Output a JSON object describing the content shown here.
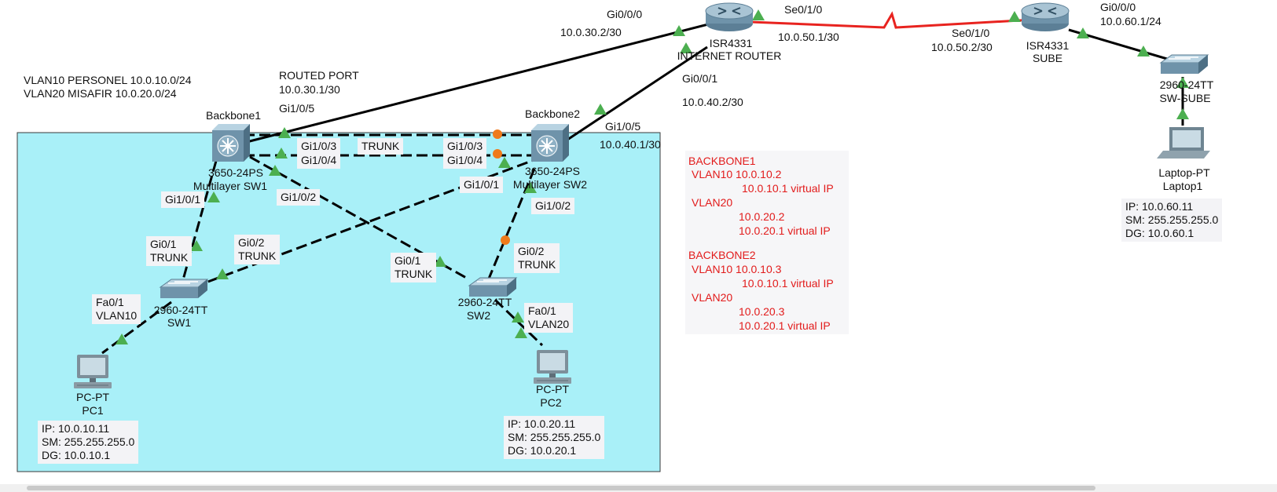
{
  "legend": {
    "vlan10": "VLAN10  PERSONEL 10.0.10.0/24",
    "vlan20": "VLAN20  MISAFIR  10.0.20.0/24"
  },
  "routed_port": {
    "title": "ROUTED PORT",
    "ip": "10.0.30.1/30",
    "port": "Gi1/0/5"
  },
  "devices": {
    "inet_router": {
      "model": "ISR4331",
      "name": "INTERNET ROUTER"
    },
    "sube_router": {
      "model": "ISR4331",
      "name": "SUBE"
    },
    "backbone1": {
      "title": "Backbone1",
      "model": "3650-24PS",
      "name": "Multilayer SW1"
    },
    "backbone2": {
      "title": "Backbone2",
      "model": "3650-24PS",
      "name": "Multilayer SW2"
    },
    "sw1": {
      "model": "2960-24TT",
      "name": "SW1"
    },
    "sw2": {
      "model": "2960-24TT",
      "name": "SW2"
    },
    "sw_sube": {
      "model": "2960-24TT",
      "name": "SW-SUBE"
    },
    "pc1": {
      "model": "PC-PT",
      "name": "PC1"
    },
    "pc2": {
      "model": "PC-PT",
      "name": "PC2"
    },
    "laptop1": {
      "model": "Laptop-PT",
      "name": "Laptop1"
    }
  },
  "ports": {
    "inet_gi000": "Gi0/0/0",
    "inet_gi000_ip": "10.0.30.2/30",
    "inet_se010": "Se0/1/0",
    "inet_se010_ip": "10.0.50.1/30",
    "inet_gi001": "Gi0/0/1",
    "inet_gi001_ip": "10.0.40.2/30",
    "sube_se010": "Se0/1/0",
    "sube_se010_ip": "10.0.50.2/30",
    "sube_gi000": "Gi0/0/0",
    "sube_gi000_ip": "10.0.60.1/24",
    "bb1_gi103": "Gi1/0/3",
    "bb1_gi104": "Gi1/0/4",
    "trunk": "TRUNK",
    "bb2_gi103": "Gi1/0/3",
    "bb2_gi104": "Gi1/0/4",
    "bb2_gi105": "Gi1/0/5",
    "bb2_gi105_ip": "10.0.40.1/30",
    "bb1_gi101": "Gi1/0/1",
    "bb1_gi102": "Gi1/0/2",
    "bb2_gi101": "Gi1/0/1",
    "bb2_gi102": "Gi1/0/2",
    "sw1_gi01": "Gi0/1",
    "sw1_gi01_mode": "TRUNK",
    "sw1_gi02": "Gi0/2",
    "sw1_gi02_mode": "TRUNK",
    "sw2_gi01": "Gi0/1",
    "sw2_gi01_mode": "TRUNK",
    "sw2_gi02": "Gi0/2",
    "sw2_gi02_mode": "TRUNK",
    "sw1_fa01": "Fa0/1",
    "sw1_fa01_vlan": "VLAN10",
    "sw2_fa01": "Fa0/1",
    "sw2_fa01_vlan": "VLAN20"
  },
  "pc1_info": {
    "ip": "IP: 10.0.10.11",
    "sm": "SM: 255.255.255.0",
    "dg": "DG: 10.0.10.1"
  },
  "pc2_info": {
    "ip": "IP: 10.0.20.11",
    "sm": "SM: 255.255.255.0",
    "dg": "DG: 10.0.20.1"
  },
  "laptop_info": {
    "ip": "IP: 10.0.60.11",
    "sm": "SM: 255.255.255.0",
    "dg": "DG: 10.0.60.1"
  },
  "notes": {
    "bb1_title": "BACKBONE1",
    "bb1_vlan10": "VLAN10 10.0.10.2",
    "bb1_vlan10_vip": "10.0.10.1 virtual IP",
    "bb1_vlan20": "VLAN20",
    "bb1_vlan20_ip": "10.0.20.2",
    "bb1_vlan20_vip": "10.0.20.1 virtual IP",
    "bb2_title": "BACKBONE2",
    "bb2_vlan10": "VLAN10 10.0.10.3",
    "bb2_vlan10_vip": "10.0.10.1 virtual IP",
    "bb2_vlan20": "VLAN20",
    "bb2_vlan20_ip": "10.0.20.3",
    "bb2_vlan20_vip": "10.0.20.1 virtual IP"
  },
  "colors": {
    "lan_area": "#a9f0f8",
    "serial_link": "#e8231f",
    "link_up": "#4caf50",
    "link_blocked": "#f07a1a",
    "note_text": "#e21b1b"
  }
}
